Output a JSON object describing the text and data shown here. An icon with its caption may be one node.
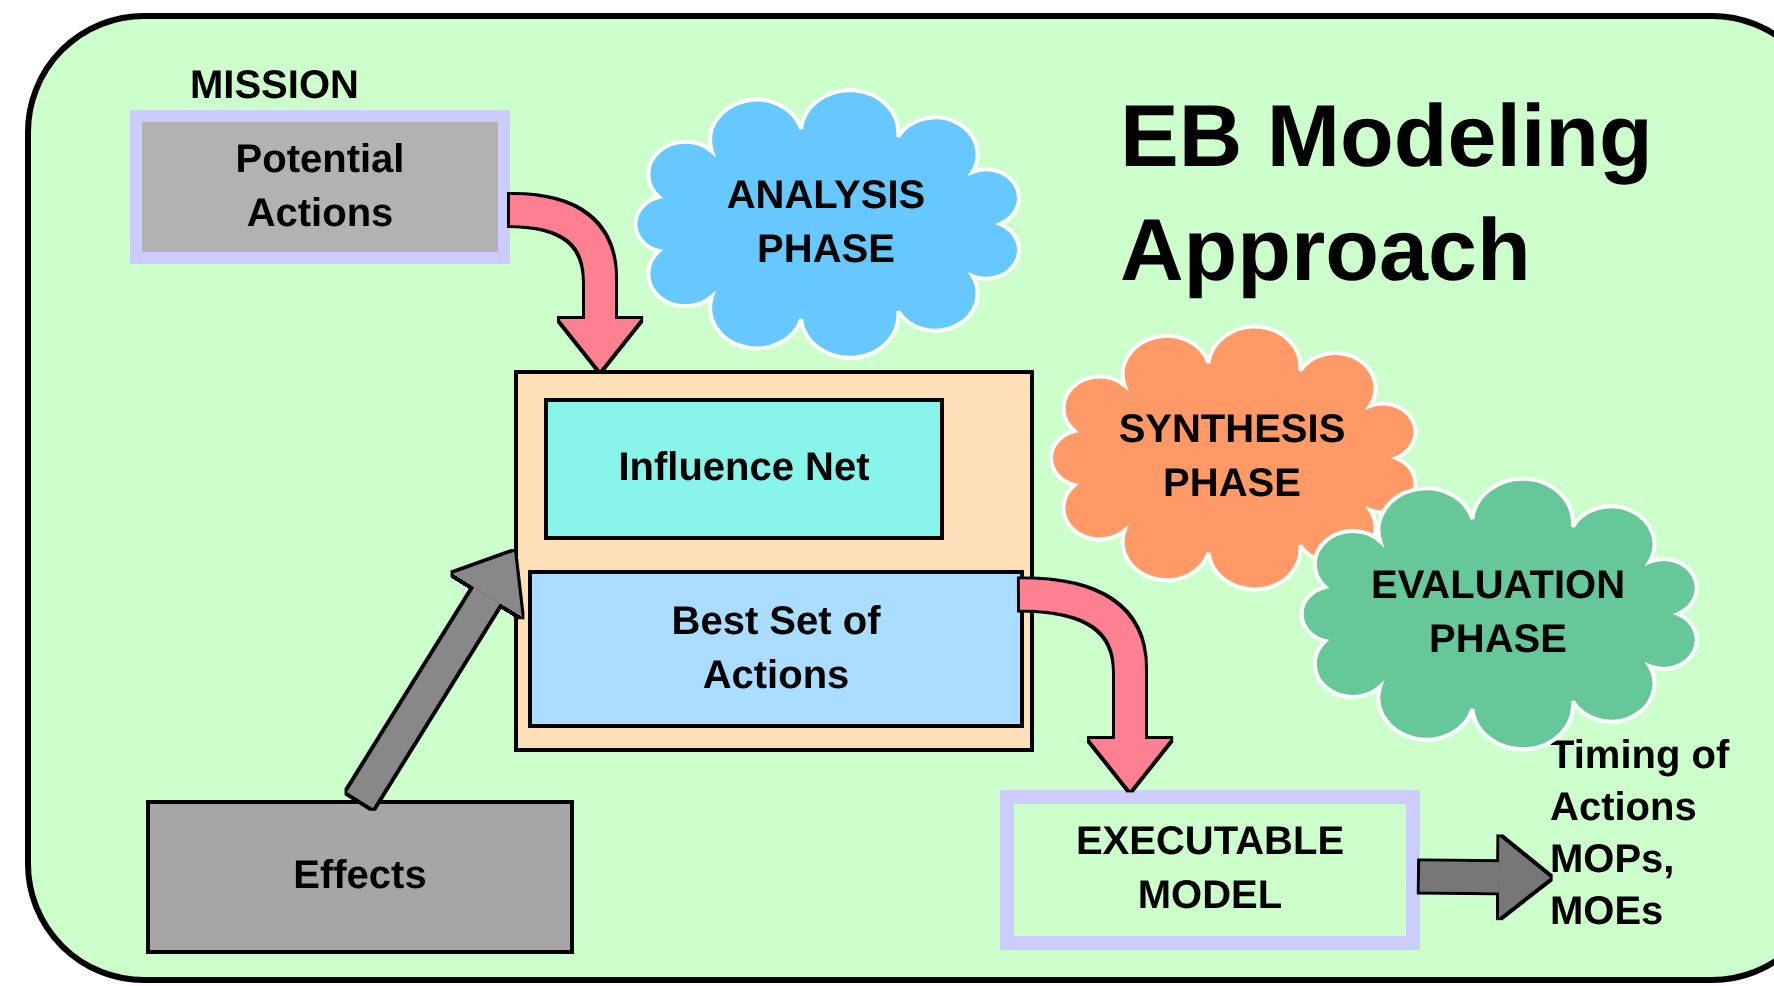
{
  "diagram": {
    "title": "EB Modeling Approach",
    "nodes": [
      {
        "text": [
          "MISSION",
          "Potential Actions"
        ]
      },
      {
        "text": [],
        "shape": "box"
      },
      {
        "text": [
          "Influence Net"
        ],
        "in": 1
      },
      {
        "text": [
          "Best Set of Actions"
        ],
        "in": 1
      },
      {
        "text": [
          "Effects"
        ]
      },
      {
        "text": [
          "EXECUTABLE MODEL"
        ]
      },
      {
        "text": [
          "Timing of Actions MOPs, MOEs"
        ]
      },
      {
        "text": [
          "ANALYSIS PHASE"
        ]
      },
      {
        "text": [
          "SYNTHESIS PHASE"
        ]
      },
      {
        "text": [
          "EVALUATION PHASE"
        ]
      }
    ],
    "edges": [
      {
        "from": 0,
        "to": 1,
        "arrow": "to",
        "color": "#ff8090"
      },
      {
        "from": 4,
        "to": 1,
        "arrow": "to",
        "color": "#888888"
      },
      {
        "from": 3,
        "to": 5,
        "arrow": "to",
        "color": "#ff8090"
      },
      {
        "from": 5,
        "to": 6,
        "arrow": "to",
        "color": "#777777"
      }
    ]
  }
}
